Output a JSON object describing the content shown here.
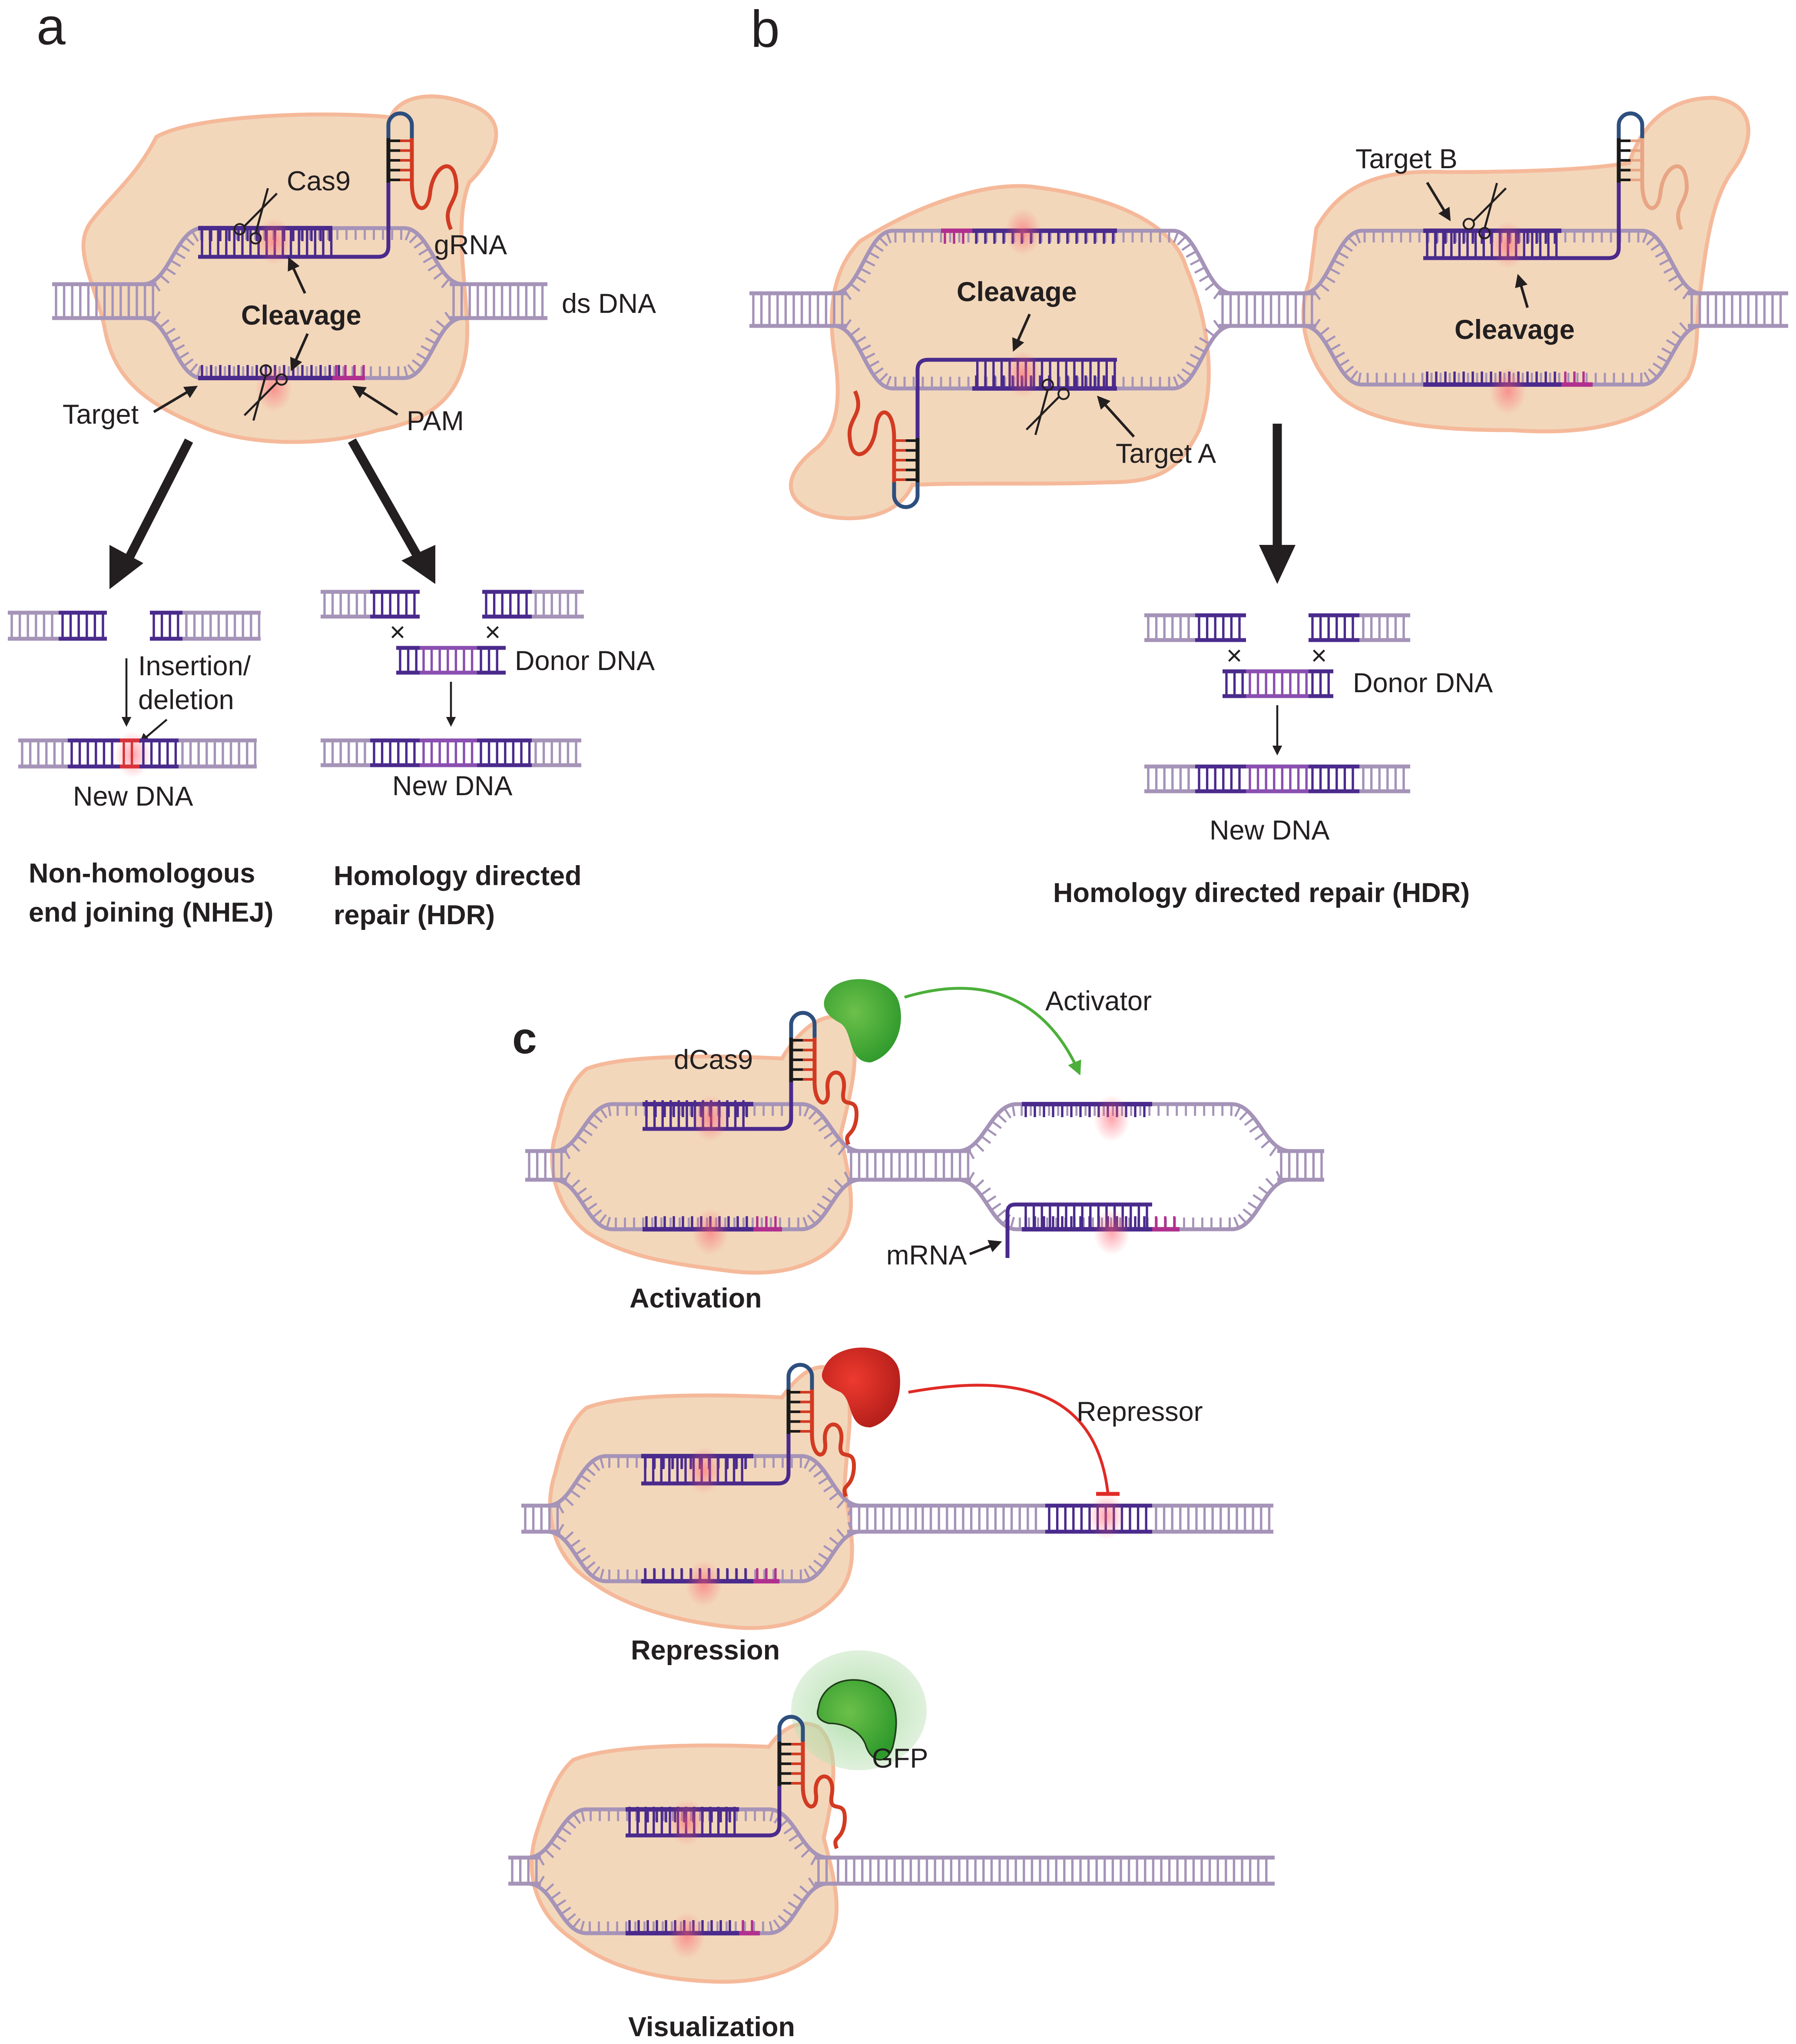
{
  "figure": {
    "colors": {
      "protein_fill": "#f2d7bb",
      "protein_stroke": "#f5b99a",
      "dna_light": "#a593b8",
      "dna_dark": "#4a2a8c",
      "dna_donor": "#8a4fb0",
      "pam": "#b0308f",
      "grna_loop": "#2e4f7e",
      "grna_red": "#d23a22",
      "grna_stem": "#1a1a1a",
      "cut_glow": "#ff6f6f",
      "activator": "#4caf3a",
      "repressor": "#e02a25",
      "gfp": "#3faa35",
      "gfp_halo": "#b9e0b2",
      "text": "#231f20"
    },
    "panel_a": {
      "letter": "a",
      "labels": {
        "cas9": "Cas9",
        "grna": "gRNA",
        "ds_dna": "ds DNA",
        "cleavage": "Cleavage",
        "target": "Target",
        "pam": "PAM"
      },
      "nhej": {
        "step_label_line1": "Insertion/",
        "step_label_line2": "deletion",
        "result_label": "New DNA",
        "caption_line1": "Non-homologous",
        "caption_line2": "end joining (NHEJ)"
      },
      "hdr": {
        "donor_label": "Donor DNA",
        "result_label": "New DNA",
        "crossover_mark": "×",
        "caption_line1": "Homology  directed",
        "caption_line2": "repair (HDR)"
      }
    },
    "panel_b": {
      "letter": "b",
      "labels": {
        "target_a": "Target A",
        "target_b": "Target B",
        "cleavage_left": "Cleavage",
        "cleavage_right": "Cleavage"
      },
      "hdr": {
        "donor_label": "Donor DNA",
        "result_label": "New DNA",
        "crossover_mark": "×",
        "caption": "Homology directed repair (HDR)"
      }
    },
    "panel_c": {
      "letter": "c",
      "activation": {
        "protein_label": "dCas9",
        "effector_label": "Activator",
        "mrna_label": "mRNA",
        "caption": "Activation"
      },
      "repression": {
        "effector_label": "Repressor",
        "caption": "Repression"
      },
      "visualization": {
        "effector_label": "GFP",
        "caption": "Visualization"
      }
    }
  }
}
